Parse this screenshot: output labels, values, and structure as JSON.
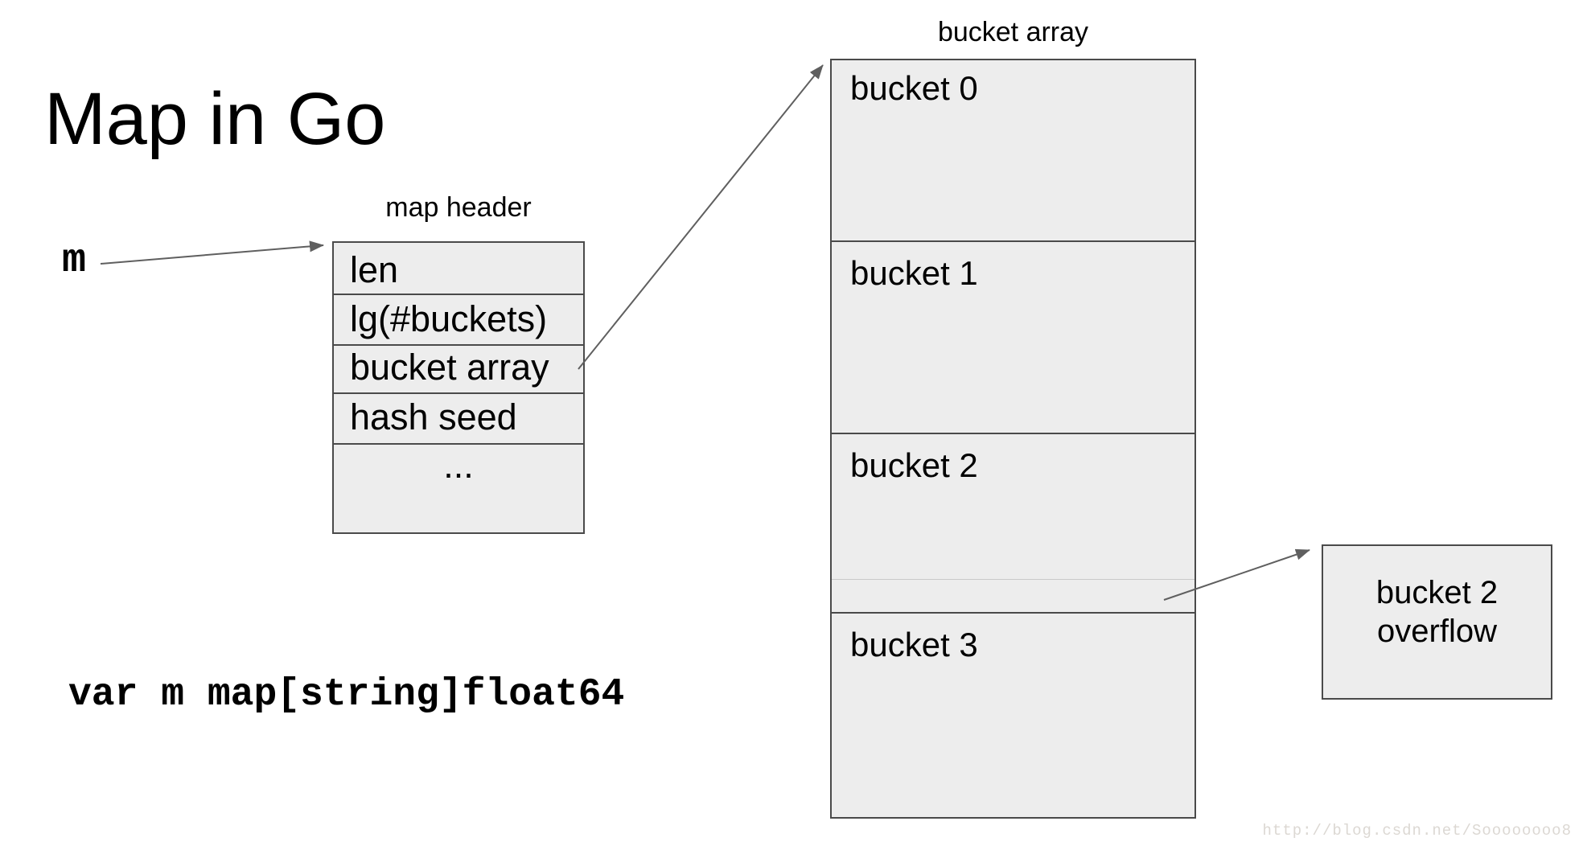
{
  "page": {
    "title": "Map in Go"
  },
  "pointer": {
    "label": "m"
  },
  "map_header": {
    "caption": "map header",
    "rows": [
      {
        "label": "len"
      },
      {
        "label": "lg(#buckets)"
      },
      {
        "label": "bucket array"
      },
      {
        "label": "hash seed"
      },
      {
        "label": "..."
      }
    ]
  },
  "bucket_array": {
    "caption": "bucket array",
    "buckets": [
      {
        "label": "bucket 0"
      },
      {
        "label": "bucket 1"
      },
      {
        "label": "bucket 2"
      },
      {
        "label": "bucket 3"
      }
    ]
  },
  "overflow": {
    "label_line1": "bucket 2",
    "label_line2": "overflow"
  },
  "code": {
    "declaration": "var m map[string]float64"
  },
  "watermark": {
    "url_text": "http://blog.csdn.net/Soooooooo8"
  },
  "colors": {
    "box_fill": "#ededed",
    "box_border": "#4a4a4a",
    "arrow": "#5f5f5f",
    "faint_divider": "#c9c9c9",
    "watermark": "#dcd8d3"
  }
}
